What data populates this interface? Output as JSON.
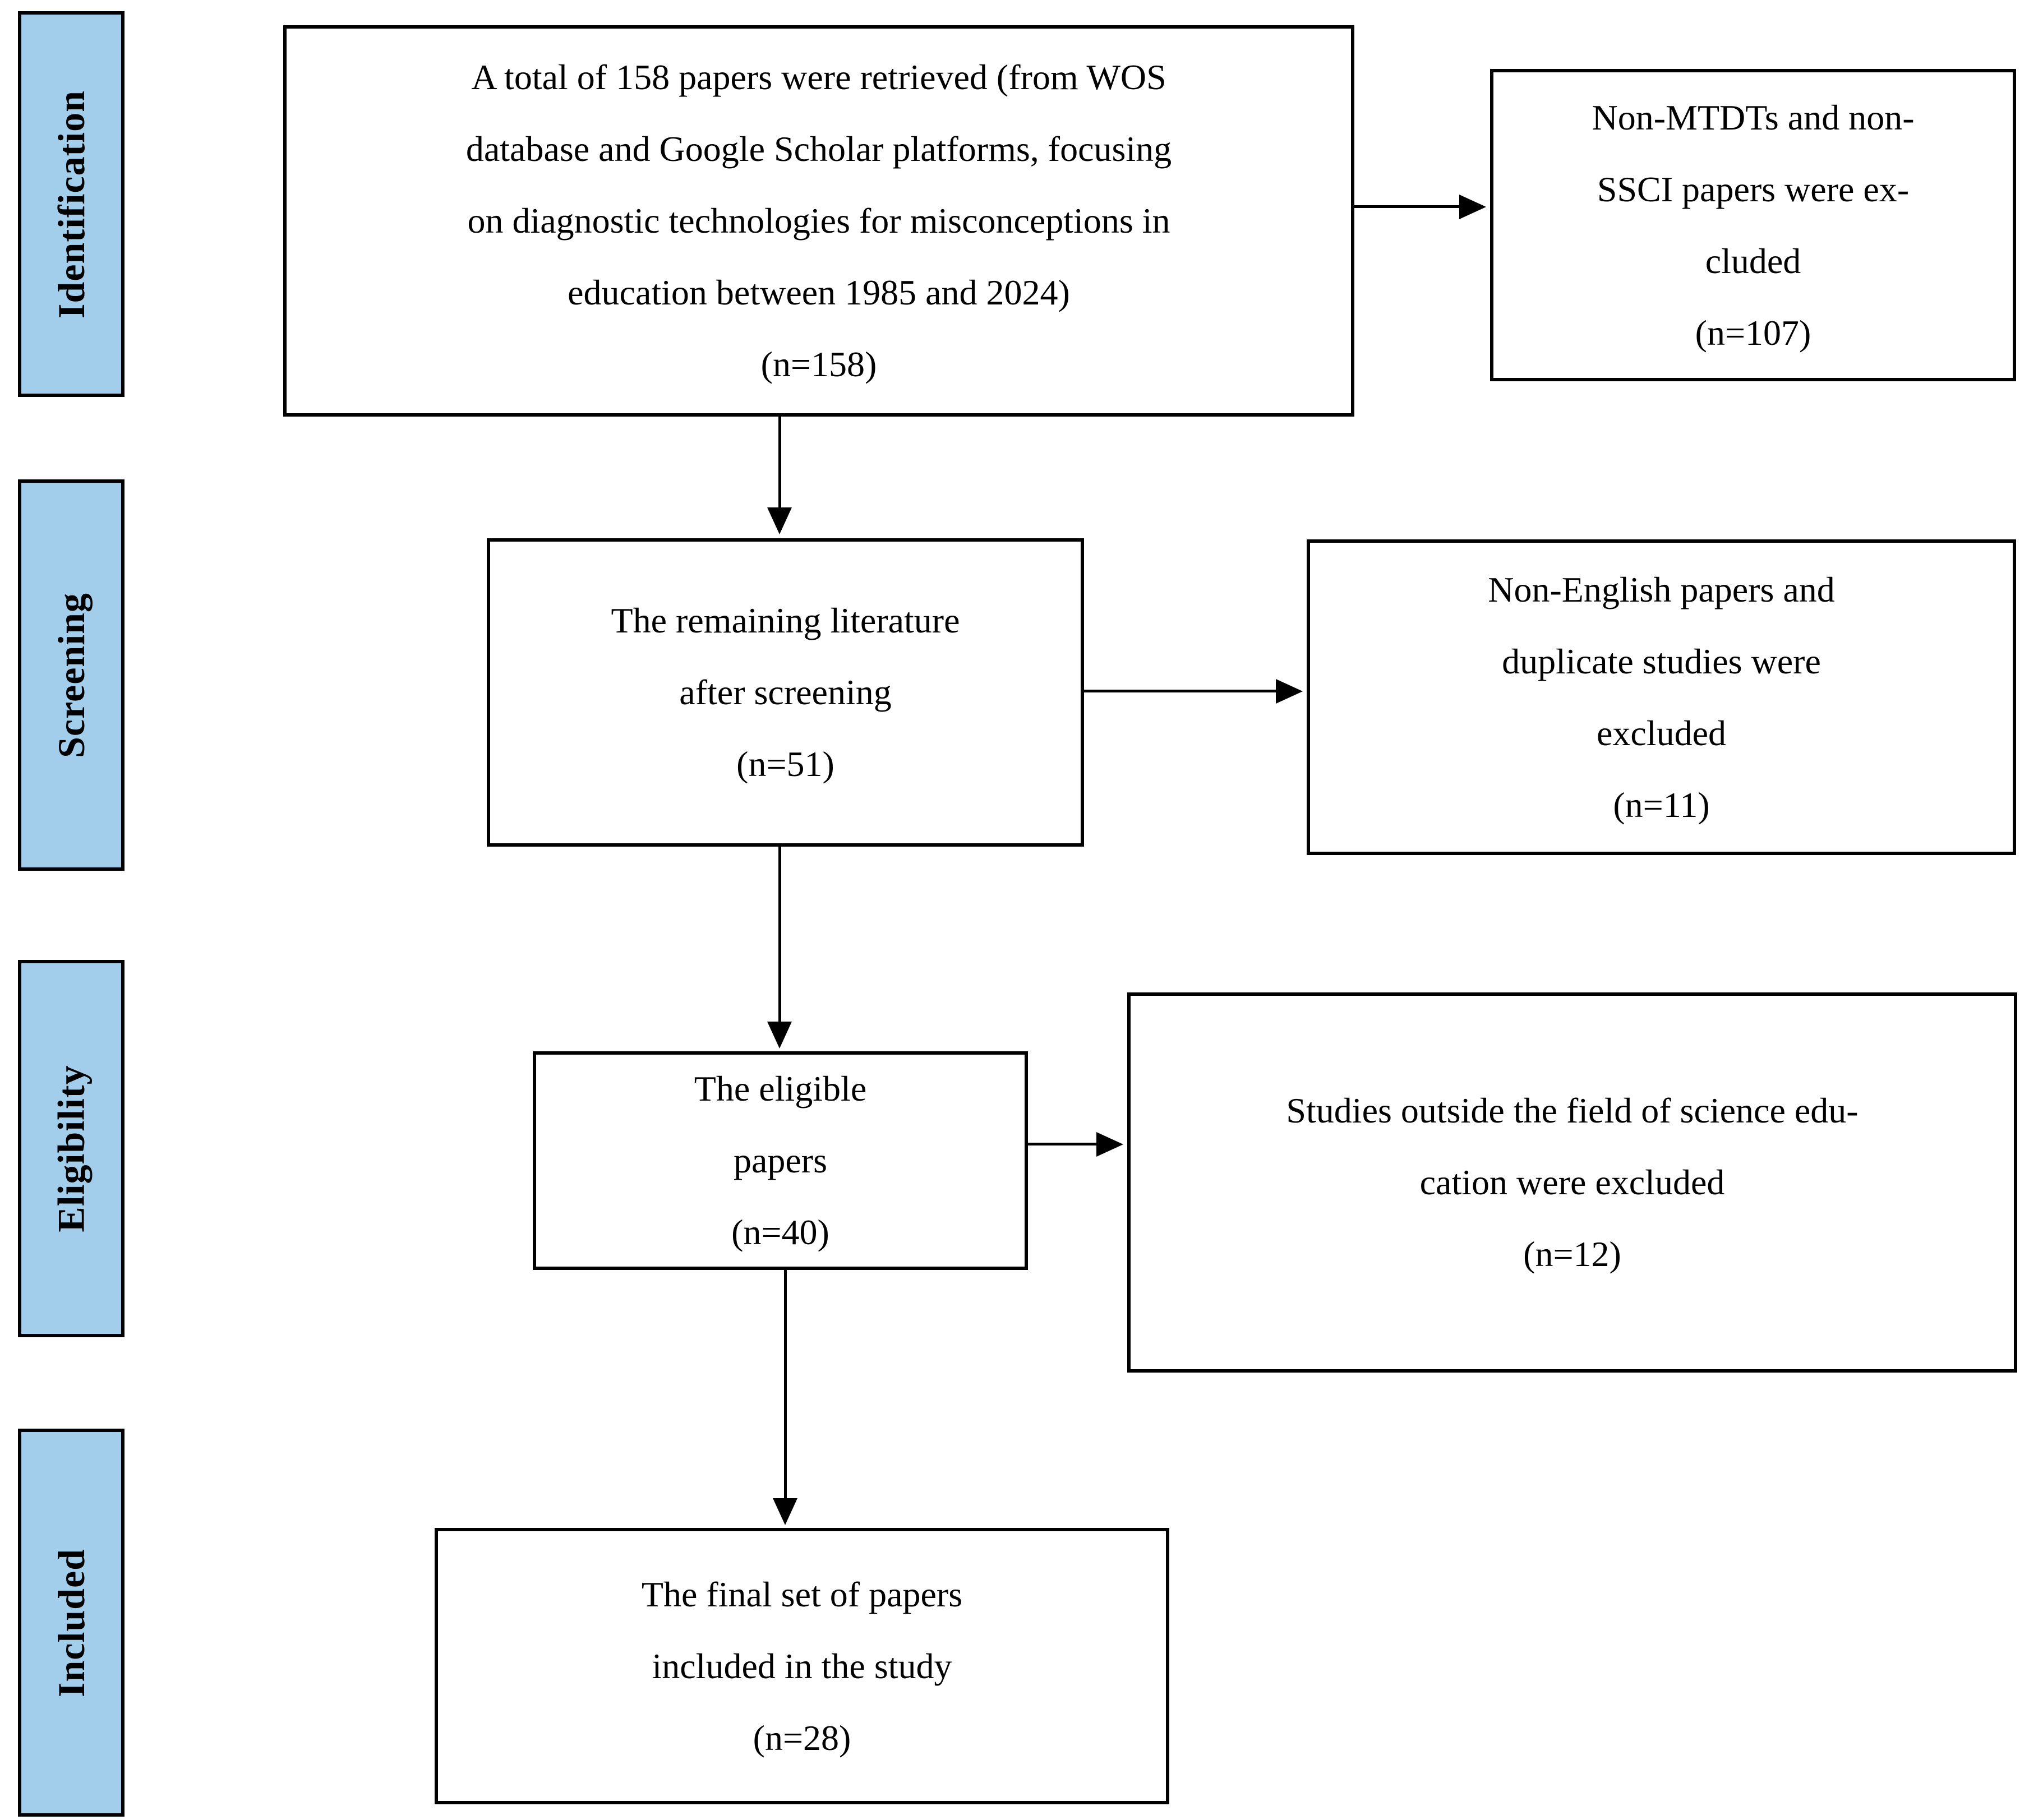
{
  "stages": [
    {
      "label": "Identification"
    },
    {
      "label": "Screening"
    },
    {
      "label": "Eligibility"
    },
    {
      "label": "Included"
    }
  ],
  "flow_boxes": {
    "retrieved": {
      "lines": [
        "A total of 158 papers were retrieved (from WOS",
        "database and Google Scholar platforms, focusing",
        "on diagnostic technologies for misconceptions in",
        "education between 1985 and 2024)",
        "(n=158)"
      ],
      "n": 158
    },
    "screened": {
      "lines": [
        "The remaining literature",
        "after screening",
        "(n=51)"
      ],
      "n": 51
    },
    "eligible": {
      "lines": [
        "The eligible",
        "papers",
        "(n=40)"
      ],
      "n": 40
    },
    "included": {
      "lines": [
        "The final set of papers",
        "included in the study",
        "(n=28)"
      ],
      "n": 28
    }
  },
  "exclusion_boxes": {
    "non_mtdt_non_ssci": {
      "lines": [
        "Non-MTDTs and non-",
        "SSCI papers were ex-",
        "cluded",
        "(n=107)"
      ],
      "n": 107
    },
    "non_english_duplicates": {
      "lines": [
        "Non-English papers and",
        "duplicate studies were",
        "excluded",
        "(n=11)"
      ],
      "n": 11
    },
    "outside_science_education": {
      "lines": [
        "Studies outside the field of science edu-",
        "cation were excluded",
        "(n=12)"
      ],
      "n": 12
    }
  },
  "colors": {
    "stage_fill": "#A3CEEB",
    "line": "#000000",
    "background": "#ffffff"
  }
}
